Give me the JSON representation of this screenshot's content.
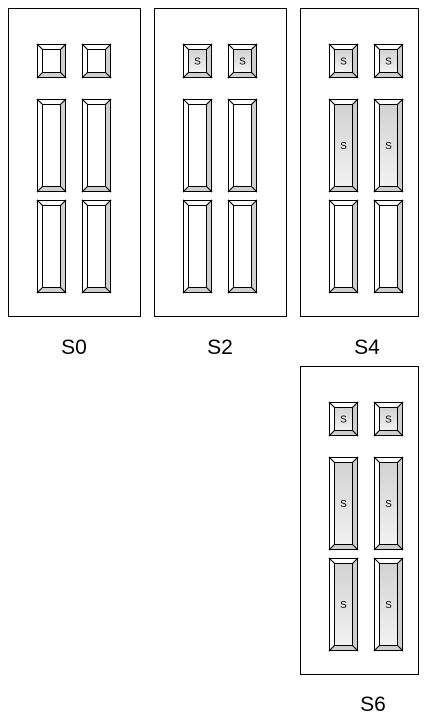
{
  "doors": [
    {
      "label": "S0",
      "panels": [
        {
          "row": "top",
          "col": "left",
          "mark": ""
        },
        {
          "row": "top",
          "col": "right",
          "mark": ""
        },
        {
          "row": "middle",
          "col": "left",
          "mark": ""
        },
        {
          "row": "middle",
          "col": "right",
          "mark": ""
        },
        {
          "row": "bottom",
          "col": "left",
          "mark": ""
        },
        {
          "row": "bottom",
          "col": "right",
          "mark": ""
        }
      ]
    },
    {
      "label": "S2",
      "panels": [
        {
          "row": "top",
          "col": "left",
          "mark": "S"
        },
        {
          "row": "top",
          "col": "right",
          "mark": "S"
        },
        {
          "row": "middle",
          "col": "left",
          "mark": ""
        },
        {
          "row": "middle",
          "col": "right",
          "mark": ""
        },
        {
          "row": "bottom",
          "col": "left",
          "mark": ""
        },
        {
          "row": "bottom",
          "col": "right",
          "mark": ""
        }
      ]
    },
    {
      "label": "S4",
      "panels": [
        {
          "row": "top",
          "col": "left",
          "mark": "S"
        },
        {
          "row": "top",
          "col": "right",
          "mark": "S"
        },
        {
          "row": "middle",
          "col": "left",
          "mark": "S"
        },
        {
          "row": "middle",
          "col": "right",
          "mark": "S"
        },
        {
          "row": "bottom",
          "col": "left",
          "mark": ""
        },
        {
          "row": "bottom",
          "col": "right",
          "mark": ""
        }
      ]
    },
    {
      "label": "S6",
      "panels": [
        {
          "row": "top",
          "col": "left",
          "mark": "S"
        },
        {
          "row": "top",
          "col": "right",
          "mark": "S"
        },
        {
          "row": "middle",
          "col": "left",
          "mark": "S"
        },
        {
          "row": "middle",
          "col": "right",
          "mark": "S"
        },
        {
          "row": "bottom",
          "col": "left",
          "mark": "S"
        },
        {
          "row": "bottom",
          "col": "right",
          "mark": "S"
        }
      ]
    }
  ],
  "colors": {
    "stroke": "#000000",
    "frame_fill": "#ffffff",
    "bevel_light": "#ffffff",
    "bevel_mid": "#cfcfcf",
    "bevel_dark": "#8a8a8a",
    "shade_top": "#d2d2d2",
    "shade_bottom": "#f2f2f2"
  }
}
